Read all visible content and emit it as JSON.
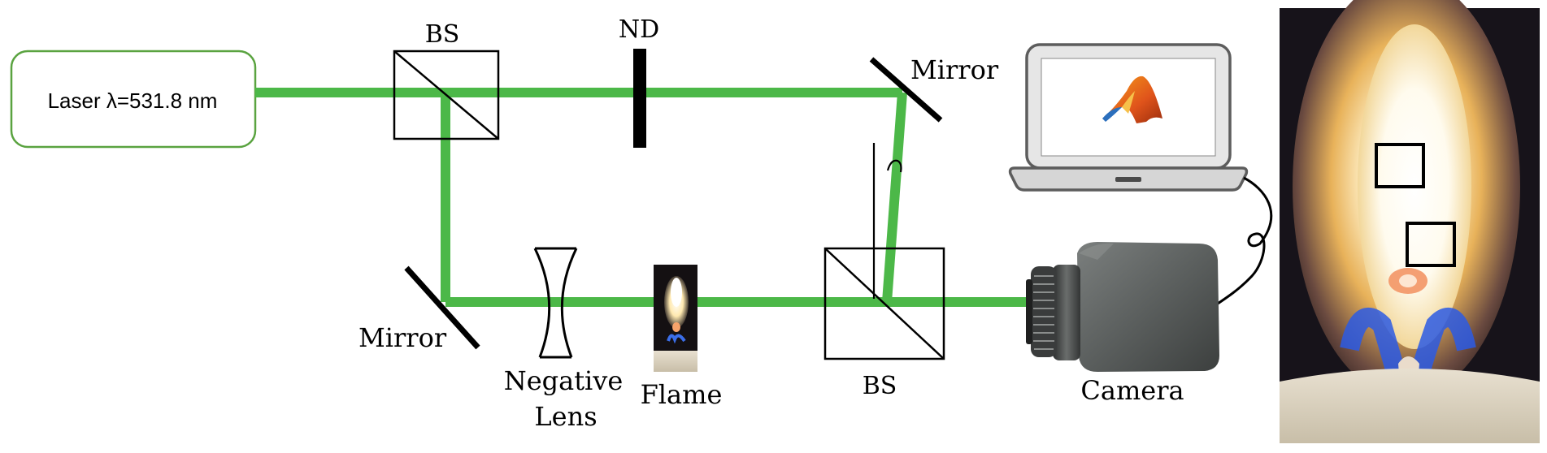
{
  "labels": {
    "laser": "Laser λ=531.8 nm",
    "bs_top": "BS",
    "nd": "ND",
    "mirror_top": "Mirror",
    "mirror_bottom": "Mirror",
    "lens_line1": "Negative",
    "lens_line2": "Lens",
    "flame": "Flame",
    "bs_bottom": "BS",
    "camera": "Camera"
  },
  "colors": {
    "beam": "#4cb848",
    "laser_box_border": "#5aa340",
    "outline": "#000000",
    "camera_body": "#5a5d5c",
    "flame_background": "#111111"
  },
  "icons": {
    "computer": "laptop-icon",
    "software_logo": "matlab-logo-icon",
    "camera": "camera-icon"
  }
}
